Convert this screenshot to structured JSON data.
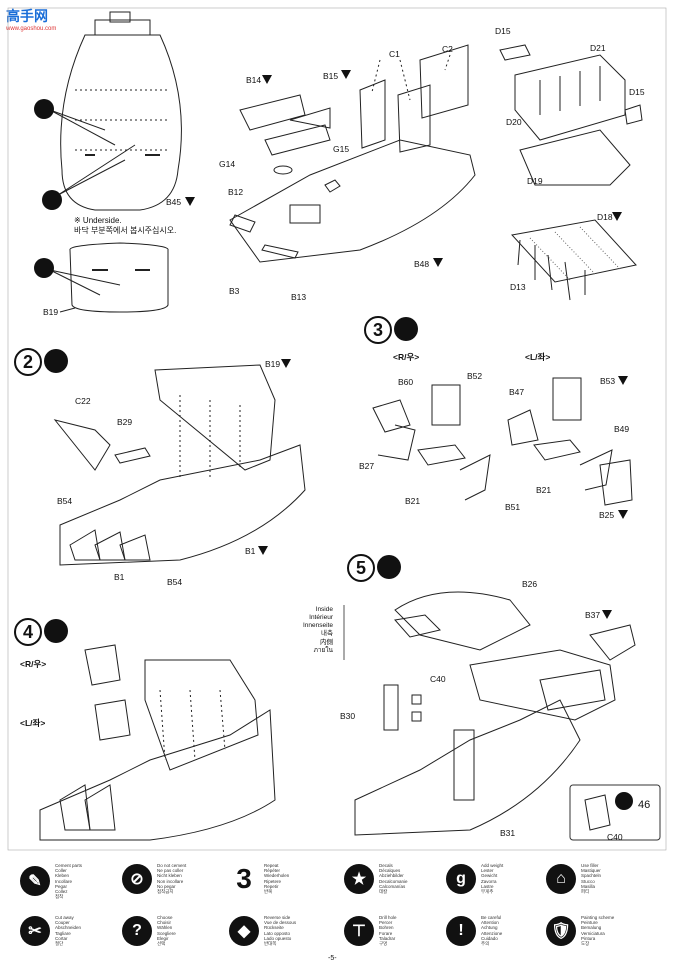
{
  "watermark": {
    "title": "高手网",
    "sub": "www.gaoshou.com"
  },
  "steps": [
    {
      "num": "2"
    },
    {
      "num": "3"
    },
    {
      "num": "4"
    },
    {
      "num": "5"
    }
  ],
  "labels": {
    "B45": "B45",
    "B19a": "B19",
    "B14": "B14",
    "B15": "B15",
    "G14": "G14",
    "G15": "G15",
    "B12": "B12",
    "B3": "B3",
    "B13": "B13",
    "B48": "B48",
    "C1": "C1",
    "C2": "C2",
    "D15a": "D15",
    "D15b": "D15",
    "D21": "D21",
    "D20": "D20",
    "D19": "D19",
    "D18": "D18",
    "D13": "D13",
    "B19b": "B19",
    "C22": "C22",
    "B29": "B29",
    "B54a": "B54",
    "B54b": "B54",
    "B1a": "B1",
    "B1b": "B1",
    "RU3": "<R/우>",
    "LJ3": "<L/좌>",
    "B60": "B60",
    "B52": "B52",
    "B47": "B47",
    "B53": "B53",
    "B27": "B27",
    "B49": "B49",
    "B21a": "B21",
    "B21b": "B21",
    "B51": "B51",
    "B25": "B25",
    "RU4": "<R/우>",
    "LJ4": "<L/좌>",
    "B26": "B26",
    "B37": "B37",
    "C40a": "C40",
    "C40b": "C40",
    "B30": "B30",
    "B31": "B31",
    "n46": "46"
  },
  "underside_note": {
    "line1": "※ Underside.",
    "line2": "바닥 부분쪽에서 봅시주십시오."
  },
  "inside_note": [
    "Inside",
    "Intérieur",
    "Innenseite",
    "내측",
    "内側",
    "ภายใน"
  ],
  "legend": [
    {
      "icon": "cement-icon",
      "glyph": "✎",
      "text": "Cement parts\nColler\nKleben\nIncollare\nPegar\nCollez\n접착"
    },
    {
      "icon": "no-cement-icon",
      "glyph": "⊘",
      "text": "Do not cement\nNe pas coller\nNicht kleben\nNon incollare\nNo pegar\n접착금지"
    },
    {
      "icon": "repeat-icon",
      "glyph": "3",
      "text": "Repeat\nRépéter\nWiederholen\nRipetere\nRepetir\n반복"
    },
    {
      "icon": "decal-icon",
      "glyph": "★",
      "text": "Decals\nDécalques\nAbziehbilder\nDecalcomanie\nCalcomanías\n데칼"
    },
    {
      "icon": "weight-icon",
      "glyph": "g",
      "text": "Add weight\nLester\nGewicht\nZavorra\nLastre\n무게추"
    },
    {
      "icon": "use-filler-icon",
      "glyph": "⌂",
      "text": "Use filler\nMastiquer\nSpachteln\nStucco\nMasilla\n퍼티"
    },
    {
      "icon": "cut-off-icon",
      "glyph": "✂",
      "text": "Cut away\nCouper\nAbschneiden\nTagliare\nCortar\n절단"
    },
    {
      "icon": "option-icon",
      "glyph": "?",
      "text": "Choose\nChoisir\nWählen\nScegliere\nElegir\n선택"
    },
    {
      "icon": "reverse-side-icon",
      "glyph": "◆",
      "text": "Reverse side\nVue de dessous\nRückseite\nLato opposto\nLado opuesto\n반대쪽"
    },
    {
      "icon": "drill-icon",
      "glyph": "⊤",
      "text": "Drill hole\nPercer\nBohren\nForare\nTaladrar\n구멍"
    },
    {
      "icon": "remove-icon",
      "glyph": "!",
      "text": "Be careful\nAttention\nAchtung\nAttenzione\nCuidado\n주의"
    },
    {
      "icon": "paint-icon",
      "glyph": "🛡",
      "text": "Painting scheme\nPeinture\nBemalung\nVerniciatura\nPintura\n도장"
    }
  ],
  "page_number": "-5-"
}
